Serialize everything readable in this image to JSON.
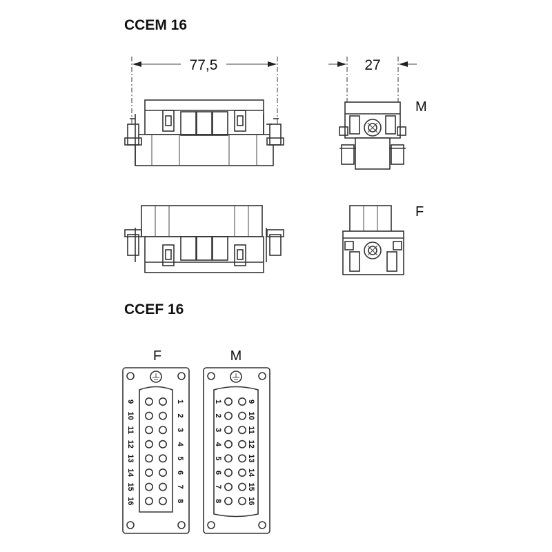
{
  "section1": {
    "title": "CCEM 16"
  },
  "section2": {
    "title": "CCEF 16"
  },
  "dimensions": {
    "length": "77,5",
    "width": "27"
  },
  "view_labels": {
    "male": "M",
    "female": "F"
  },
  "faces": {
    "female": {
      "label": "F",
      "left_column": [
        "9",
        "10",
        "11",
        "12",
        "13",
        "14",
        "15",
        "16"
      ],
      "right_column": [
        "1",
        "2",
        "3",
        "4",
        "5",
        "6",
        "7",
        "8"
      ]
    },
    "male": {
      "label": "M",
      "left_column": [
        "1",
        "2",
        "3",
        "4",
        "5",
        "6",
        "7",
        "8"
      ],
      "right_column": [
        "9",
        "10",
        "11",
        "12",
        "13",
        "14",
        "15",
        "16"
      ]
    }
  }
}
